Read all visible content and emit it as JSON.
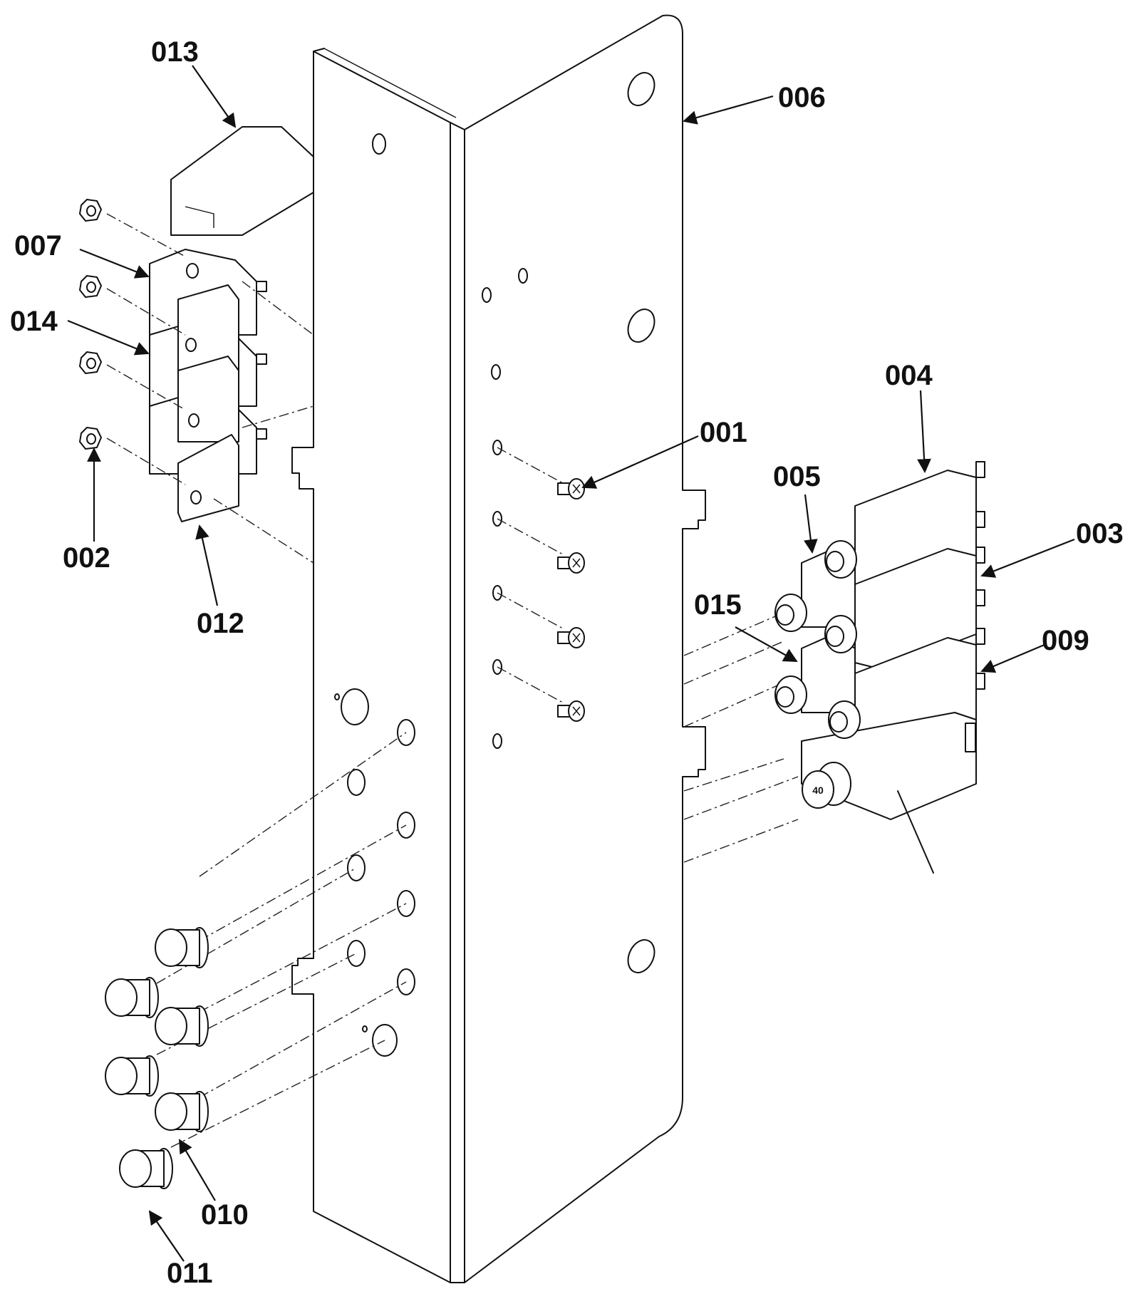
{
  "callouts": {
    "p001": "001",
    "p002": "002",
    "p003": "003",
    "p004": "004",
    "p005": "005",
    "p006": "006",
    "p007": "007",
    "p009": "009",
    "p010": "010",
    "p011": "011",
    "p012": "012",
    "p013": "013",
    "p014": "014",
    "p015": "015"
  },
  "cap_marking": "40",
  "label_color": "#111111"
}
